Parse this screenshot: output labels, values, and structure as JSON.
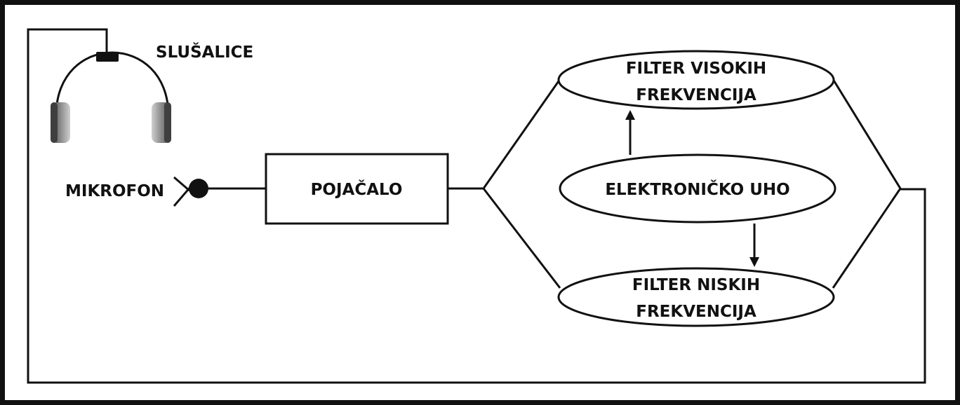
{
  "diagram": {
    "headphones_label": "SLUŠALICE",
    "microphone_label": "MIKROFON",
    "amplifier_label": "POJAČALO",
    "high_filter_line1": "FILTER VISOKIH",
    "high_filter_line2": "FREKVENCIJA",
    "ear_label": "ELEKTRONIČKO UHO",
    "low_filter_line1": "FILTER NISKIH",
    "low_filter_line2": "FREKVENCIJA"
  },
  "colors": {
    "stroke": "#111111",
    "background": "#ffffff",
    "earcup_dark": "#5a5a5a",
    "earcup_light": "#bdbdbd"
  },
  "icons": {
    "headphones": "headphones-icon",
    "microphone": "microphone-icon"
  }
}
